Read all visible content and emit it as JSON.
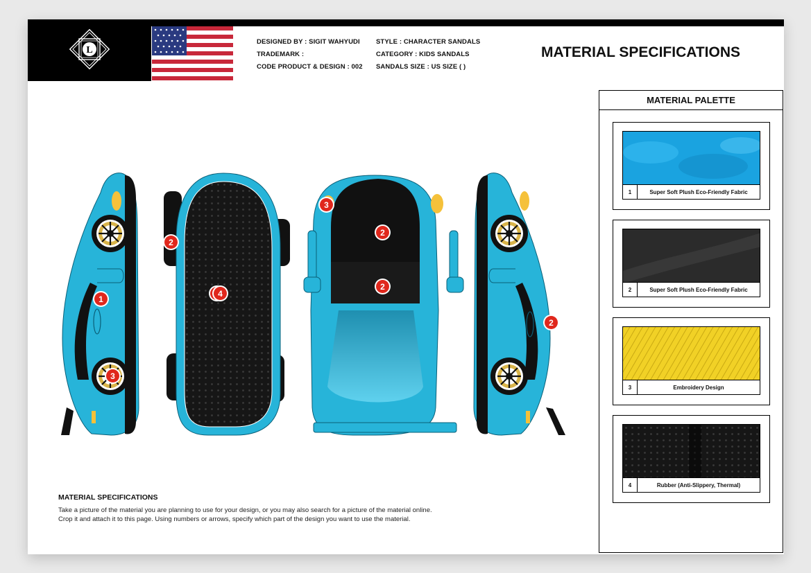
{
  "header": {
    "designed_by": "DESIGNED BY : SIGIT WAHYUDI",
    "trademark": "TRADEMARK :",
    "code": "CODE PRODUCT & DESIGN : 002",
    "style": "STYLE : CHARACTER SANDALS",
    "category": "CATEGORY : KIDS SANDALS",
    "size": "SANDALS SIZE : US SIZE (   )",
    "title": "MATERIAL SPECIFICATIONS",
    "logo_letter": "L"
  },
  "palette": {
    "title": "MATERIAL PALETTE",
    "items": [
      {
        "num": "1",
        "name": "Super Soft Plush Eco-Friendly Fabric",
        "color": "#1aa3e0"
      },
      {
        "num": "2",
        "name": "Super Soft Plush Eco-Friendly Fabric",
        "color": "#2b2b2b"
      },
      {
        "num": "3",
        "name": "Embroidery Design",
        "color": "#f1d126"
      },
      {
        "num": "4",
        "name": "Rubber (Anti-Slippery, Thermal)",
        "color": "#111111"
      }
    ]
  },
  "markers": [
    "1",
    "2",
    "3",
    "2",
    "4",
    "3",
    "2",
    "2",
    "2"
  ],
  "colors": {
    "body": "#27b4d9",
    "black": "#111111",
    "marker": "#e0271c"
  },
  "notes": {
    "title": "MATERIAL SPECIFICATIONS",
    "line1": "Take a picture of the material you are planning to use for your design, or you may also search for a picture of the material online.",
    "line2": "Crop it and attach it to this page. Using numbers or arrows, specify which part of the design you want to use the material."
  }
}
